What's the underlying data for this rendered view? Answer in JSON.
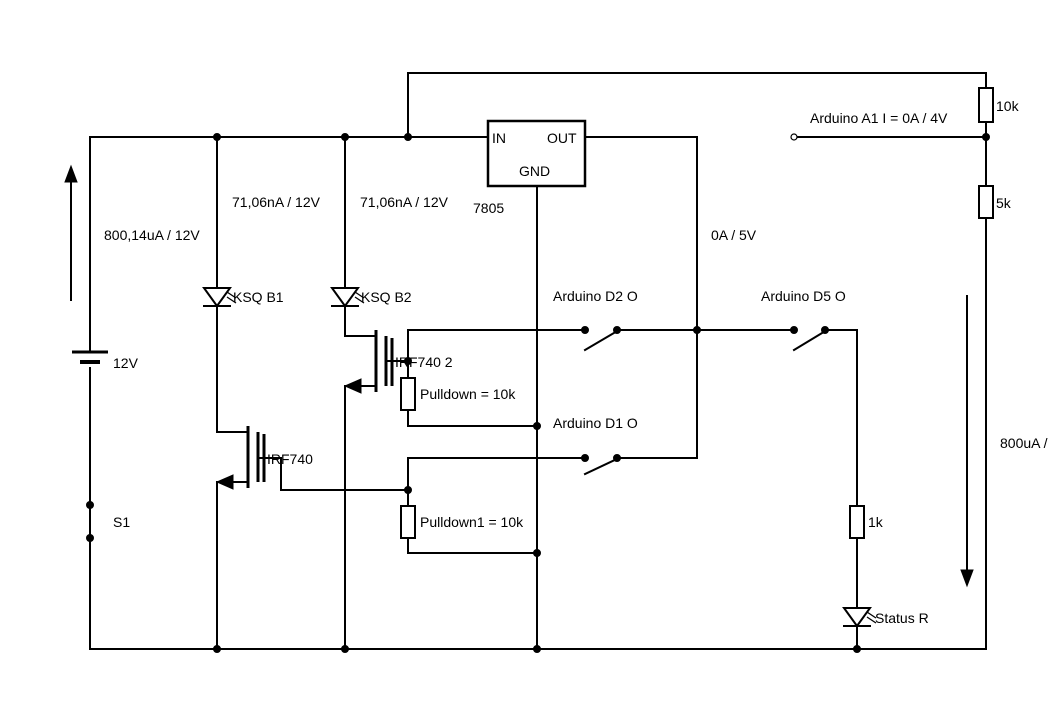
{
  "labels": {
    "regulator_in": "IN",
    "regulator_out": "OUT",
    "regulator_gnd": "GND",
    "regulator_name": "7805",
    "r_top": "10k",
    "r_mid": "5k",
    "arduino_a1": "Arduino A1 I = 0A / 4V",
    "current_led1": "71,06nA / 12V",
    "current_led2": "71,06nA / 12V",
    "current_main": "800,14uA / 12V",
    "out_voltage": "0A / 5V",
    "led1": "KSQ B1",
    "led2": "KSQ B2",
    "arduino_d2": "Arduino D2 O",
    "arduino_d5": "Arduino D5 O",
    "battery": "12V",
    "mosfet2": "IRF740 2",
    "pulldown": "Pulldown = 10k",
    "arduino_d1": "Arduino D1 O",
    "right_current": "800uA /",
    "mosfet1": "IRF740",
    "switch_s1": "S1",
    "pulldown1": "Pulldown1 = 10k",
    "r_status": "1k",
    "status_led": "Status R"
  }
}
